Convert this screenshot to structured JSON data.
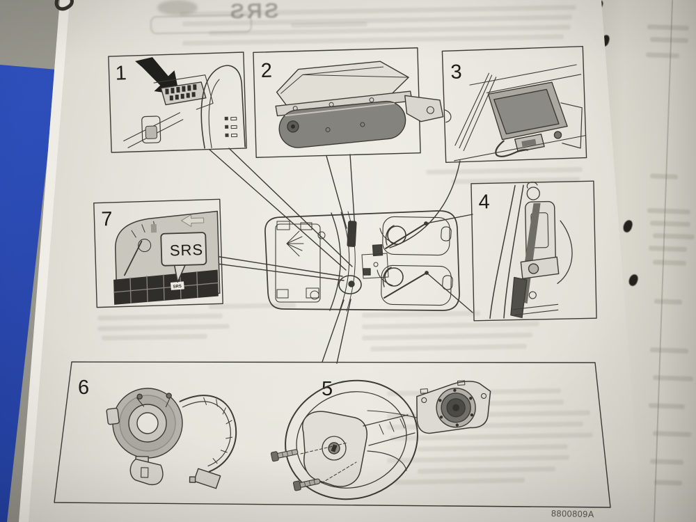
{
  "photo": {
    "colors": {
      "page": "#e6e4db",
      "folder_blue": "#2846ab",
      "desk_gray": "#94938a",
      "ink": "#3c3b36"
    }
  },
  "figures": {
    "f1": {
      "label": "1",
      "illustration": "diagnostic-connector-console"
    },
    "f2": {
      "label": "2",
      "illustration": "passenger-airbag-module"
    },
    "f3": {
      "label": "3",
      "illustration": "srs-control-unit"
    },
    "f4": {
      "label": "4",
      "illustration": "seat-belt-tensioner"
    },
    "f5": {
      "label": "5",
      "illustration": "steering-wheel-driver-airbag"
    },
    "f6": {
      "label": "6",
      "illustration": "clock-spring-contact-coil"
    },
    "f7": {
      "label": "7",
      "illustration": "instrument-cluster-srs-lamp"
    }
  },
  "callouts": {
    "srs_balloon": "SRS",
    "srs_lamp": "SRS"
  },
  "footer": {
    "document_number": "8800809A"
  },
  "bleedthrough": {
    "header_title": "SRS"
  }
}
